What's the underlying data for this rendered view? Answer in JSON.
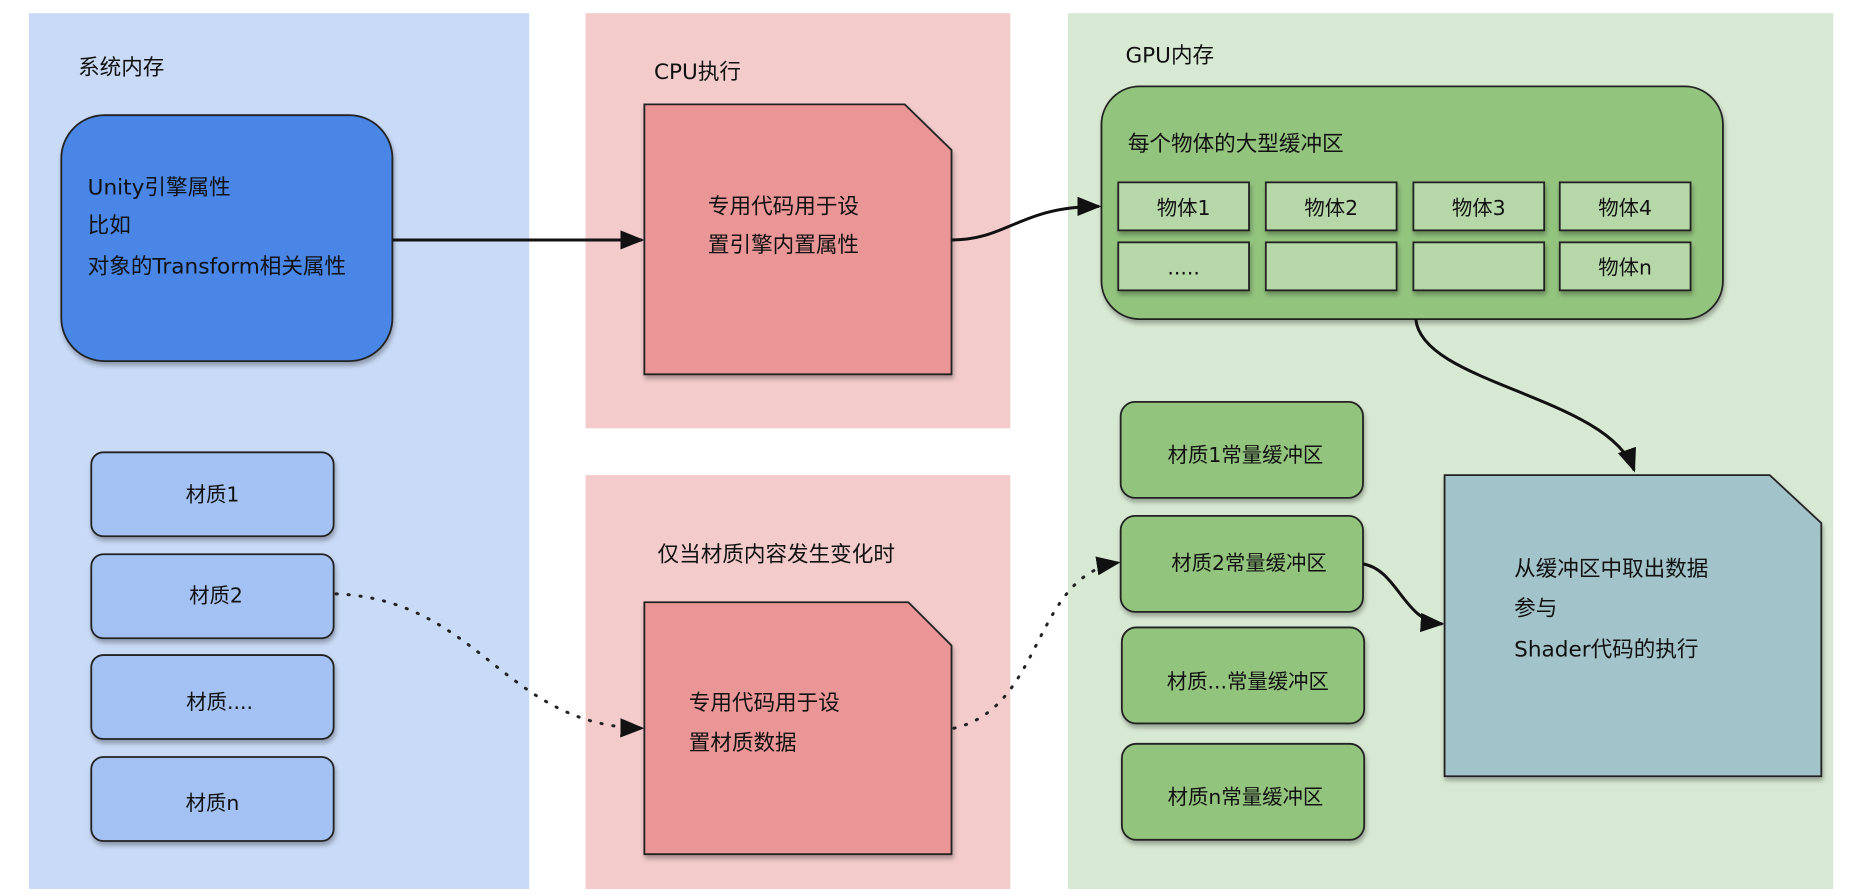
{
  "panels": {
    "system_memory": {
      "title": "系统内存",
      "color": "#c9daf6"
    },
    "cpu": {
      "title": "CPU执行",
      "color": "#f3cbcb"
    },
    "cpu_material": {
      "title": "仅当材质内容发生变化时",
      "color": "#f3cbcb"
    },
    "gpu_memory": {
      "title": "GPU内存",
      "color": "#d8e9d3"
    }
  },
  "unity_box": {
    "lines": [
      "Unity引擎属性",
      "比如",
      "对象的Transform相关属性"
    ],
    "color": "#4a86e6"
  },
  "materials": [
    "材质1",
    "材质2",
    "材质....",
    "材质n"
  ],
  "cpu_box_engine": {
    "lines": [
      "专用代码用于设",
      "置引擎内置属性"
    ],
    "color": "#ea9696"
  },
  "cpu_box_material": {
    "lines": [
      "专用代码用于设",
      "置材质数据"
    ],
    "color": "#ea9696"
  },
  "object_buffer": {
    "title": "每个物体的大型缓冲区",
    "cells": [
      "物体1",
      "物体2",
      "物体3",
      "物体4",
      ".....",
      "",
      "",
      "物体n"
    ],
    "color": "#93c47e",
    "cell_color": "#b6d8a8"
  },
  "material_buffers": [
    "材质1常量缓冲区",
    "材质2常量缓冲区",
    "材质...常量缓冲区",
    "材质n常量缓冲区"
  ],
  "shader_box": {
    "lines": [
      "从缓冲区中取出数据",
      "参与",
      "Shader代码的执行"
    ],
    "color": "#a2c3c9"
  }
}
